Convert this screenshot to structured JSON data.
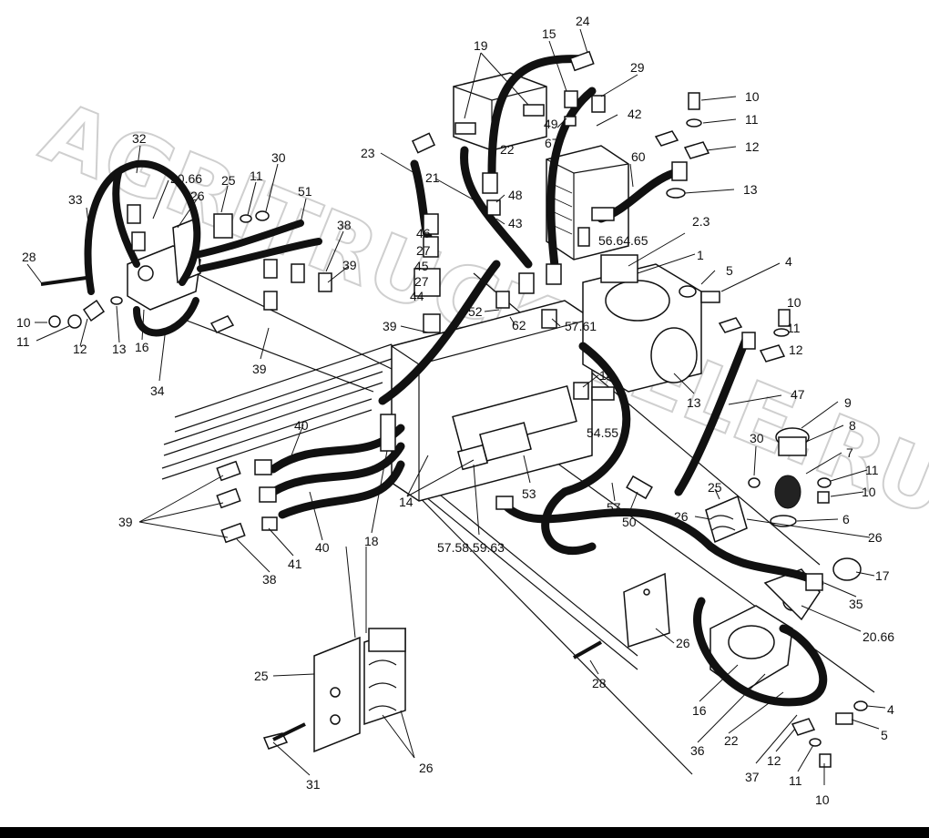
{
  "watermark": "AGRITRUCK.TELE.RU",
  "labels": {
    "l24": "24",
    "l15": "15",
    "l19": "19",
    "l29": "29",
    "l42": "42",
    "l49": "49",
    "l67": "67",
    "l22a": "22",
    "l10a": "10",
    "l11a": "11",
    "l12a": "12",
    "l13a": "13",
    "l60": "60",
    "l32": "32",
    "l20_66a": "20.66",
    "l25a": "25",
    "l11b": "11",
    "l30a": "30",
    "l26a": "26",
    "l33": "33",
    "l51": "51",
    "l23": "23",
    "l21": "21",
    "l48": "48",
    "l43": "43",
    "l2_3": "2.3",
    "l56_64_65": "56.64.65",
    "l1": "1",
    "l5a": "5",
    "l4a": "4",
    "l28a": "28",
    "l38a": "38",
    "l46": "46",
    "l27a": "27",
    "l39a": "39",
    "l45": "45",
    "l27b": "27",
    "l44": "44",
    "l10b": "10",
    "l11c": "11",
    "l12b": "12",
    "l13b": "13",
    "l16a": "16",
    "l34": "34",
    "l52": "52",
    "l62": "62",
    "l57_61": "57.61",
    "l39b": "39",
    "l39c": "39",
    "l10c": "10",
    "l11d": "11",
    "l12c": "12",
    "l14a": "14",
    "l13c": "13",
    "l47": "47",
    "l9": "9",
    "l8": "8",
    "l54_55": "54.55",
    "l40a": "40",
    "l30b": "30",
    "l7": "7",
    "l11e": "11",
    "l10d": "10",
    "l14b": "14",
    "l53": "53",
    "l57_58_59_63": "57.58.59.63",
    "l18": "18",
    "l57b": "57",
    "l50": "50",
    "l25b": "25",
    "l26b": "26",
    "l6": "6",
    "l26c": "26",
    "l39d": "39",
    "l38b": "38",
    "l41": "41",
    "l40b": "40",
    "l17": "17",
    "l35": "35",
    "l20_66b": "20.66",
    "l25c": "25",
    "l26d": "26",
    "l28b": "28",
    "l16b": "16",
    "l22b": "22",
    "l4b": "4",
    "l5b": "5",
    "l36": "36",
    "l37": "37",
    "l12d": "12",
    "l11f": "11",
    "l10e": "10",
    "l31": "31",
    "l26e": "26"
  }
}
